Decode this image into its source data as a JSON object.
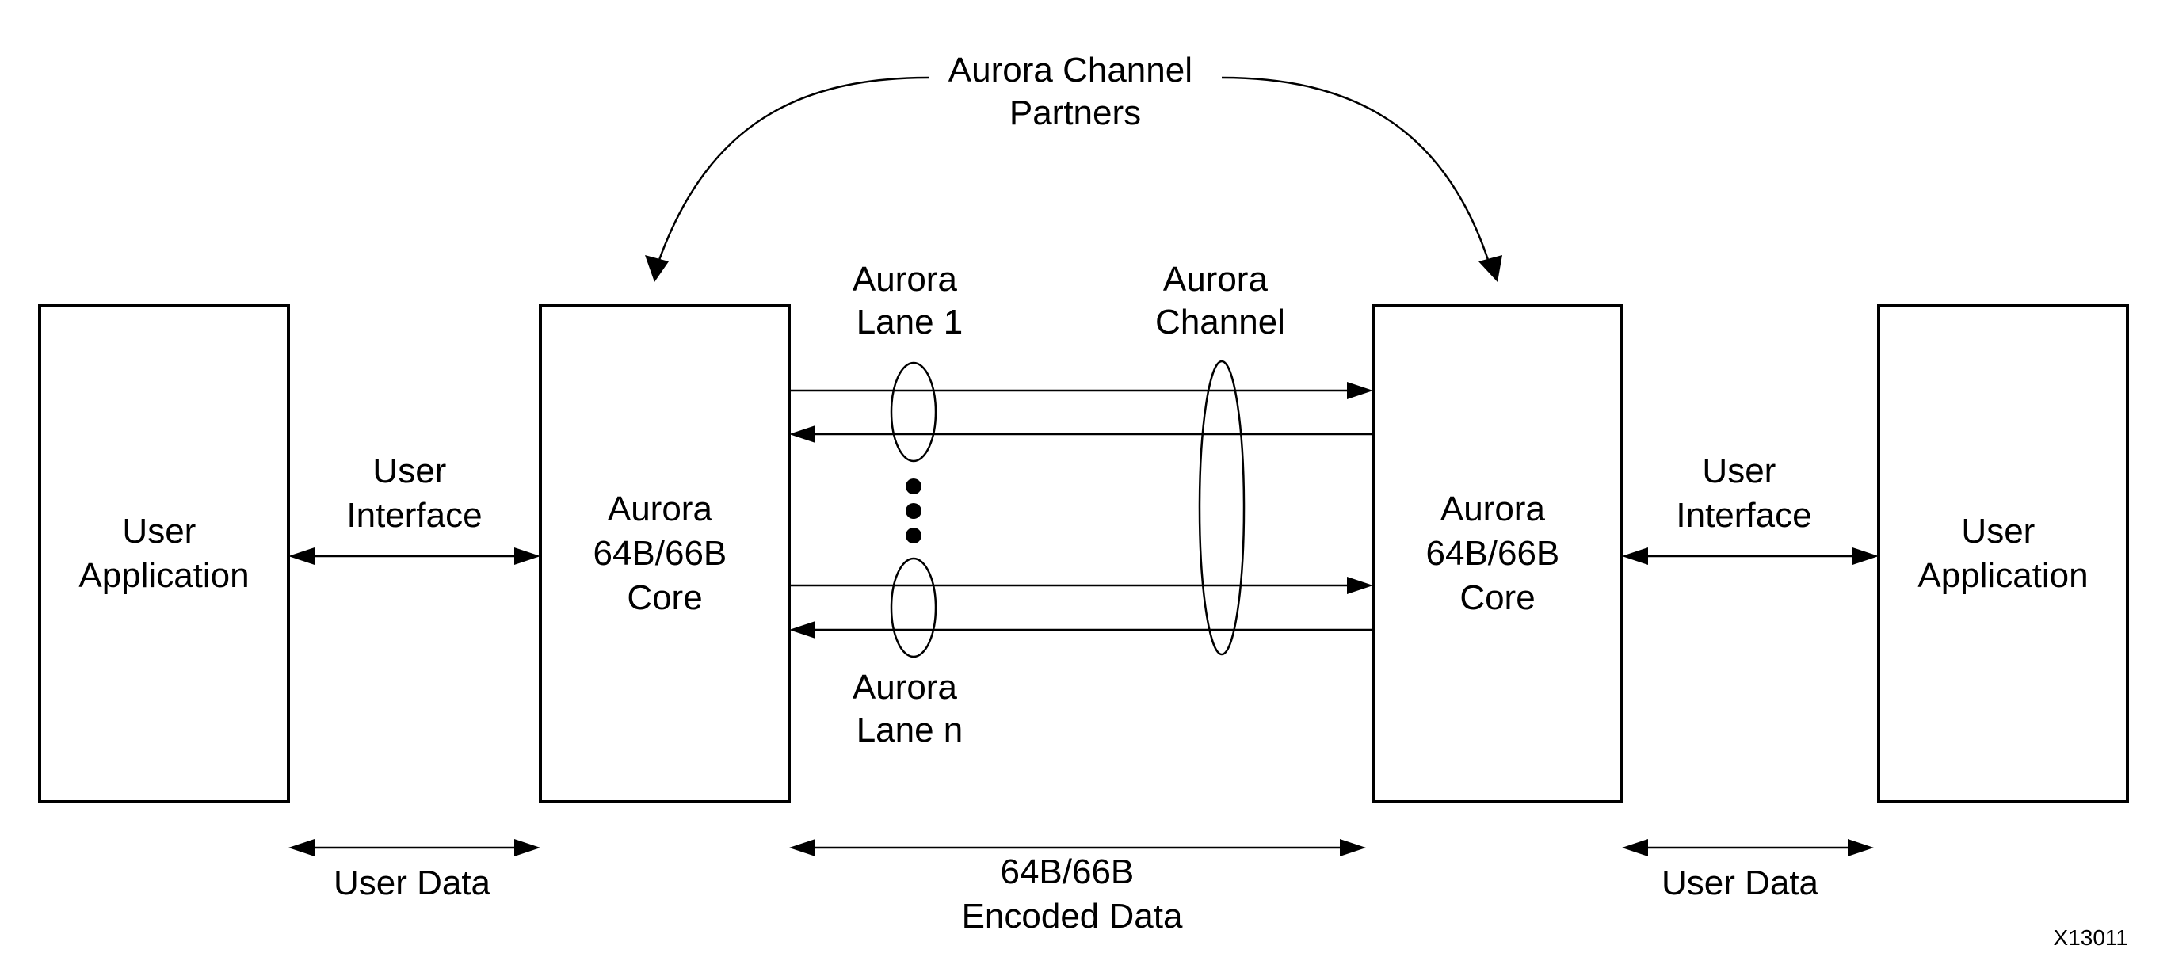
{
  "diagram": {
    "title_line1": "Aurora Channel",
    "title_line2": "Partners",
    "left_user_app": {
      "line1": "User",
      "line2": "Application"
    },
    "left_user_interface": {
      "line1": "User",
      "line2": "Interface"
    },
    "left_core": {
      "line1": "Aurora",
      "line2": "64B/66B",
      "line3": "Core"
    },
    "lane1": {
      "line1": "Aurora",
      "line2": "Lane 1"
    },
    "lane_n": {
      "line1": "Aurora",
      "line2": "Lane n"
    },
    "channel": {
      "line1": "Aurora",
      "line2": "Channel"
    },
    "right_core": {
      "line1": "Aurora",
      "line2": "64B/66B",
      "line3": "Core"
    },
    "right_user_interface": {
      "line1": "User",
      "line2": "Interface"
    },
    "right_user_app": {
      "line1": "User",
      "line2": "Application"
    },
    "left_user_data": "User Data",
    "encoded_line1": "64B/66B",
    "encoded_line2": "Encoded Data",
    "right_user_data": "User Data",
    "figure_id": "X13011"
  }
}
